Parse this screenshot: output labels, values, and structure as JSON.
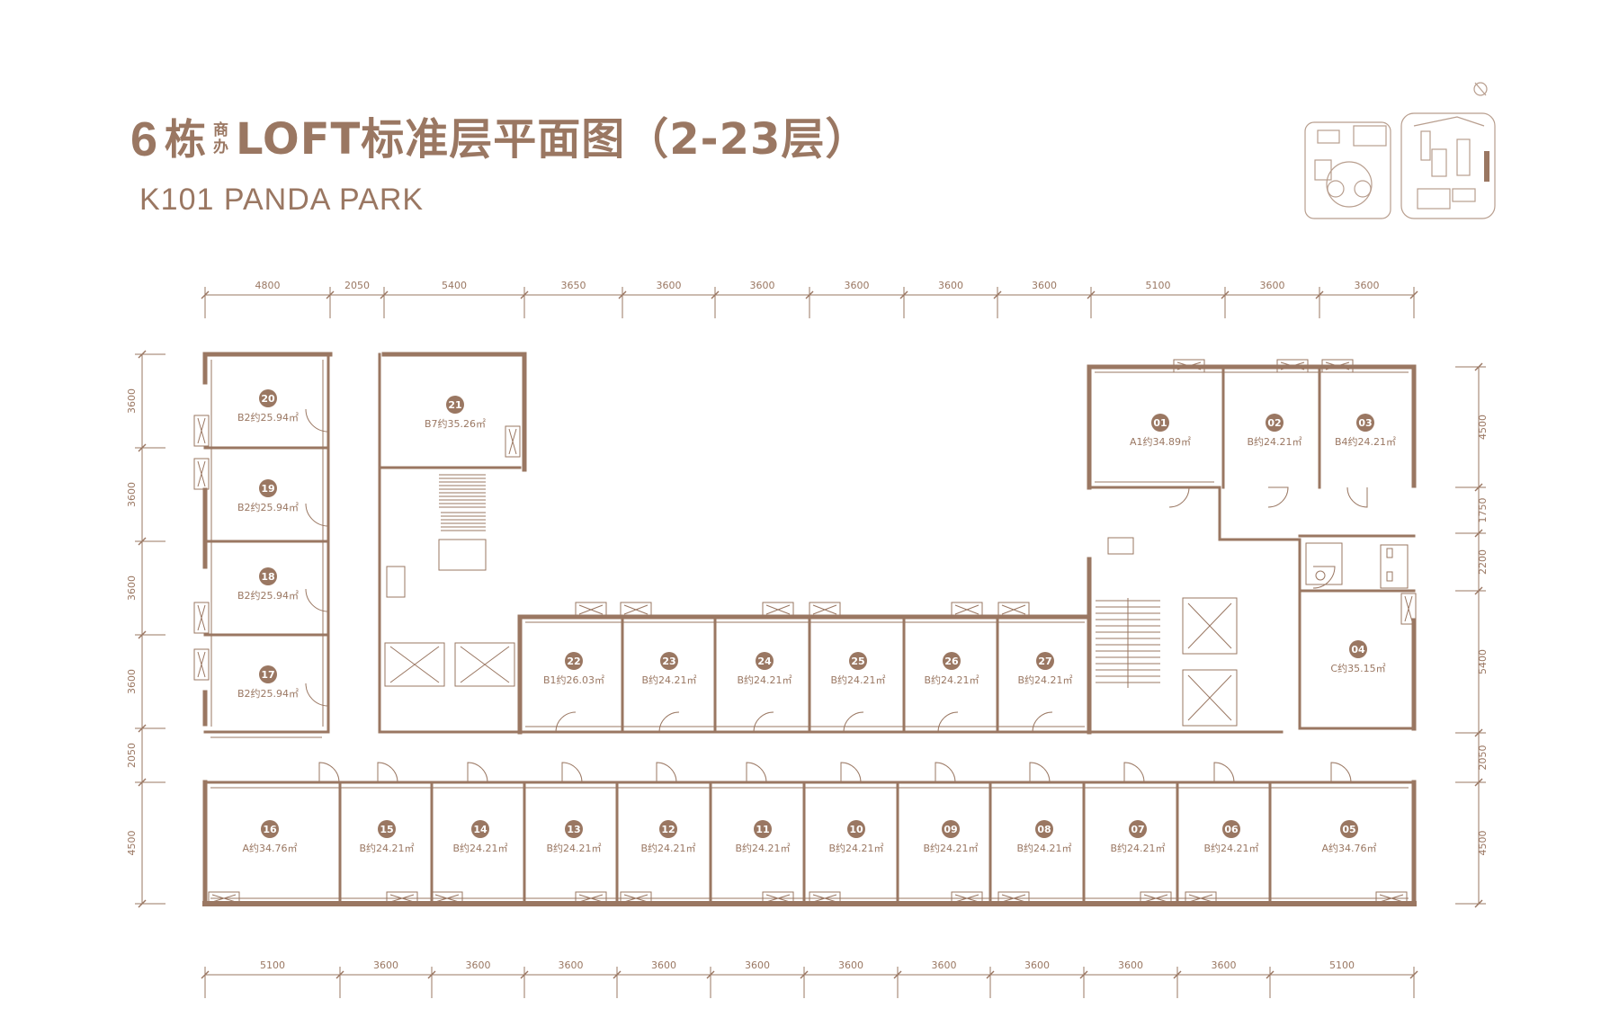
{
  "title": {
    "number": "6",
    "building": "栋",
    "type_top": "商",
    "type_bottom": "办",
    "main": "LOFT标准层平面图（2-23层）"
  },
  "subtitle": "K101 PANDA PARK",
  "dimensions": {
    "top": [
      "4800",
      "2050",
      "5400",
      "3650",
      "3600",
      "3600",
      "3600",
      "3600",
      "3600",
      "5100",
      "3600",
      "3600"
    ],
    "bottom": [
      "5100",
      "3600",
      "3600",
      "3600",
      "3600",
      "3600",
      "3600",
      "3600",
      "3600",
      "3600",
      "3600",
      "5100"
    ],
    "left": [
      "3600",
      "3600",
      "3600",
      "3600",
      "2050",
      "4500"
    ],
    "right": [
      "4500",
      "1750",
      "2200",
      "5400",
      "2050",
      "4500"
    ]
  },
  "units": [
    {
      "no": "20",
      "type": "B2",
      "area": "约25.94㎡"
    },
    {
      "no": "21",
      "type": "B7",
      "area": "约35.26㎡"
    },
    {
      "no": "19",
      "type": "B2",
      "area": "约25.94㎡"
    },
    {
      "no": "18",
      "type": "B2",
      "area": "约25.94㎡"
    },
    {
      "no": "17",
      "type": "B2",
      "area": "约25.94㎡"
    },
    {
      "no": "22",
      "type": "B1",
      "area": "约26.03㎡"
    },
    {
      "no": "23",
      "type": "B",
      "area": "约24.21㎡"
    },
    {
      "no": "24",
      "type": "B",
      "area": "约24.21㎡"
    },
    {
      "no": "25",
      "type": "B",
      "area": "约24.21㎡"
    },
    {
      "no": "26",
      "type": "B",
      "area": "约24.21㎡"
    },
    {
      "no": "27",
      "type": "B",
      "area": "约24.21㎡"
    },
    {
      "no": "01",
      "type": "A1",
      "area": "约34.89㎡"
    },
    {
      "no": "02",
      "type": "B",
      "area": "约24.21㎡"
    },
    {
      "no": "03",
      "type": "B4",
      "area": "约24.21㎡"
    },
    {
      "no": "04",
      "type": "C",
      "area": "约35.15㎡"
    },
    {
      "no": "16",
      "type": "A",
      "area": "约34.76㎡"
    },
    {
      "no": "15",
      "type": "B",
      "area": "约24.21㎡"
    },
    {
      "no": "14",
      "type": "B",
      "area": "约24.21㎡"
    },
    {
      "no": "13",
      "type": "B",
      "area": "约24.21㎡"
    },
    {
      "no": "12",
      "type": "B",
      "area": "约24.21㎡"
    },
    {
      "no": "11",
      "type": "B",
      "area": "约24.21㎡"
    },
    {
      "no": "10",
      "type": "B",
      "area": "约24.21㎡"
    },
    {
      "no": "09",
      "type": "B",
      "area": "约24.21㎡"
    },
    {
      "no": "08",
      "type": "B",
      "area": "约24.21㎡"
    },
    {
      "no": "07",
      "type": "B",
      "area": "约24.21㎡"
    },
    {
      "no": "06",
      "type": "B",
      "area": "约24.21㎡"
    },
    {
      "no": "05",
      "type": "A",
      "area": "约34.76㎡"
    }
  ],
  "colors": {
    "line": "#9a7762",
    "text": "#9a7762",
    "badge_fill": "#9a7762",
    "badge_text": "#ffffff"
  }
}
